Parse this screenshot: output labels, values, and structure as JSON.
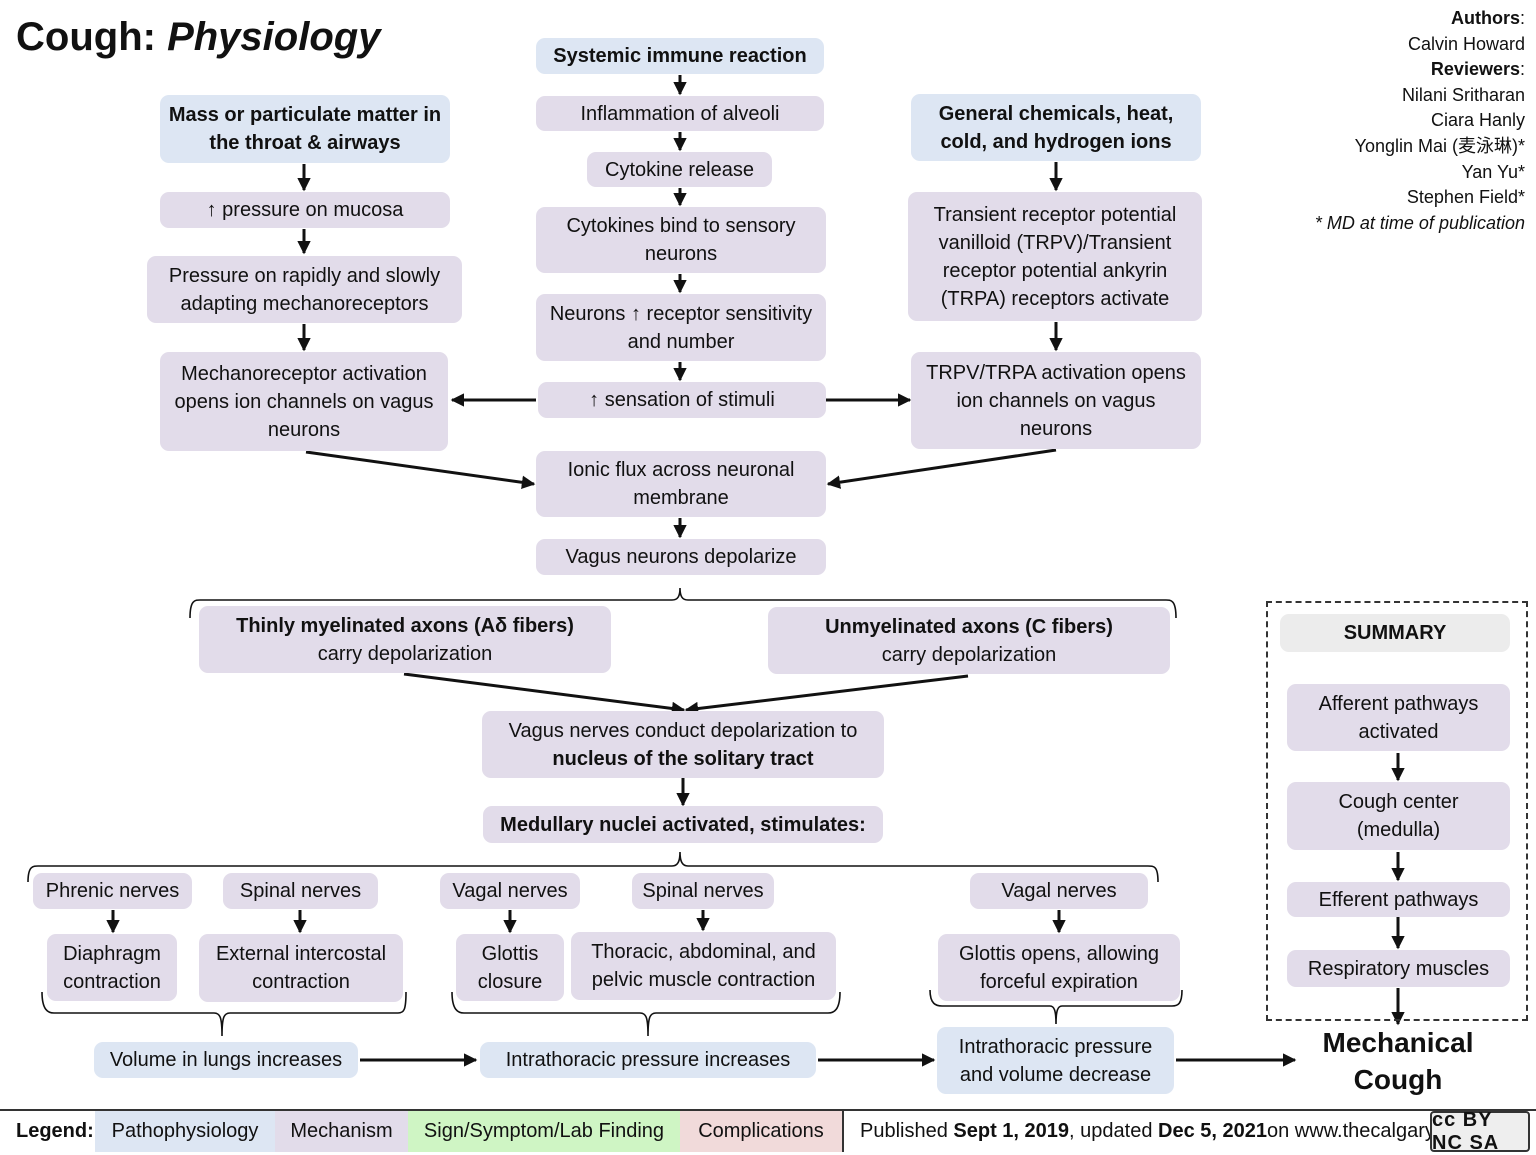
{
  "title": {
    "main": "Cough: ",
    "sub": "Physiology"
  },
  "credits": {
    "authors_label": "Authors",
    "authors": [
      "Calvin Howard"
    ],
    "reviewers_label": "Reviewers",
    "reviewers": [
      "Nilani Sritharan",
      "Ciara Hanly",
      "Yonglin Mai (麦泳琳)*",
      "Yan Yu*",
      "Stephen Field*"
    ],
    "footnote": "* MD at time of publication"
  },
  "boxes": {
    "mass": "Mass or particulate matter in the throat & airways",
    "pressure_mucosa": "↑ pressure on mucosa",
    "pressure_mechano": "Pressure on rapidly and slowly adapting mechanoreceptors",
    "mechano_activation": "Mechanoreceptor activation opens ion channels on vagus neurons",
    "systemic": "Systemic immune reaction",
    "inflammation": "Inflammation of alveoli",
    "cytokine_release": "Cytokine release",
    "cytokines_bind": "Cytokines bind to sensory neurons",
    "neurons_receptor": "Neurons ↑ receptor sensitivity and number",
    "sensation": "↑ sensation of stimuli",
    "chemicals": "General chemicals, heat, cold, and hydrogen ions",
    "trp": "Transient receptor potential vanilloid (TRPV)/Transient receptor potential ankyrin (TRPA) receptors activate",
    "trp_activation": "TRPV/TRPA activation opens ion channels on vagus neurons",
    "ionic_flux": "Ionic flux across neuronal membrane",
    "depolarize": "Vagus neurons depolarize",
    "thin_bold": "Thinly myelinated axons (Aδ fibers)",
    "thin_rest": "carry depolarization",
    "unmy_bold": "Unmyelinated axons (C fibers)",
    "unmy_rest": "carry depolarization",
    "vagus_conduct_a": "Vagus nerves conduct depolarization to",
    "vagus_conduct_b": "nucleus of the solitary tract",
    "medullary": "Medullary nuclei activated, stimulates:",
    "phrenic": "Phrenic nerves",
    "spinal1": "Spinal nerves",
    "vagal1": "Vagal nerves",
    "spinal2": "Spinal nerves",
    "vagal2": "Vagal nerves",
    "diaphragm": "Diaphragm contraction",
    "intercostal": "External intercostal contraction",
    "glottis_closure": "Glottis closure",
    "thoracic": "Thoracic, abdominal, and pelvic muscle contraction",
    "glottis_opens": "Glottis opens, allowing forceful expiration",
    "volume": "Volume in lungs increases",
    "intrathoracic_inc": "Intrathoracic pressure increases",
    "intrathoracic_dec": "Intrathoracic pressure and volume decrease"
  },
  "summary": {
    "heading": "SUMMARY",
    "afferent": "Afferent pathways activated",
    "center": "Cough center (medulla)",
    "efferent": "Efferent pathways",
    "muscles": "Respiratory muscles",
    "outcome": "Mechanical Cough"
  },
  "legend": {
    "label": "Legend:",
    "patho": "Pathophysiology",
    "mech": "Mechanism",
    "sign": "Sign/Symptom/Lab Finding",
    "comp": "Complications",
    "published_a": "Published ",
    "published_date": "Sept 1, 2019",
    "published_b": ", updated ",
    "updated_date": "Dec 5, 2021",
    "published_c": " on www.thecalgaryguide.com",
    "license": "cc BY NC SA"
  },
  "colors": {
    "pathophysiology": "#dde6f3",
    "mechanism": "#e2dcea",
    "sign": "#cff5c4",
    "complications": "#f1dada"
  }
}
